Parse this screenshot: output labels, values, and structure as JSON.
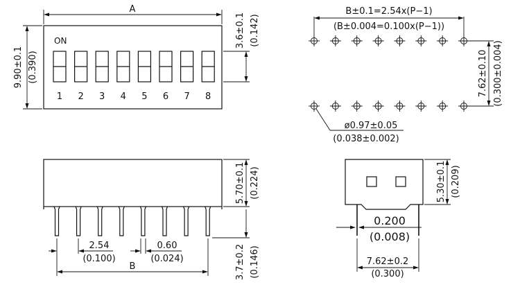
{
  "top_view": {
    "dim_a": "A",
    "on_label": "ON",
    "switch_numbers": [
      "1",
      "2",
      "3",
      "4",
      "5",
      "6",
      "7",
      "8"
    ],
    "height_mm": "9.90±0.1",
    "height_in": "(0.390)",
    "lever_mm": "3.6±0.1",
    "lever_in": "(0.142)"
  },
  "pin_layout": {
    "pitch_mm": "B±0.1=2.54x(P−1)",
    "pitch_in": "(B±0.004=0.100x(P−1))",
    "row_mm": "7.62±0.10",
    "row_in": "(0.300±0.004)",
    "hole_mm": "ø0.97±0.05",
    "hole_in": "(0.038±0.002)"
  },
  "side_view": {
    "body_mm": "5.70±0.1",
    "body_in": "(0.224)",
    "pin_len_mm": "3.7±0.2",
    "pin_len_in": "(0.146)",
    "pitch_mm": "2.54",
    "pitch_in": "(0.100)",
    "pin_w_mm": "0.60",
    "pin_w_in": "(0.024)",
    "dim_b": "B"
  },
  "end_view": {
    "height_mm": "5.30±0.1",
    "height_in": "(0.209)",
    "pin_mm": "0.200",
    "pin_in": "(0.008)",
    "row_mm": "7.62±0.2",
    "row_in": "(0.300)"
  }
}
